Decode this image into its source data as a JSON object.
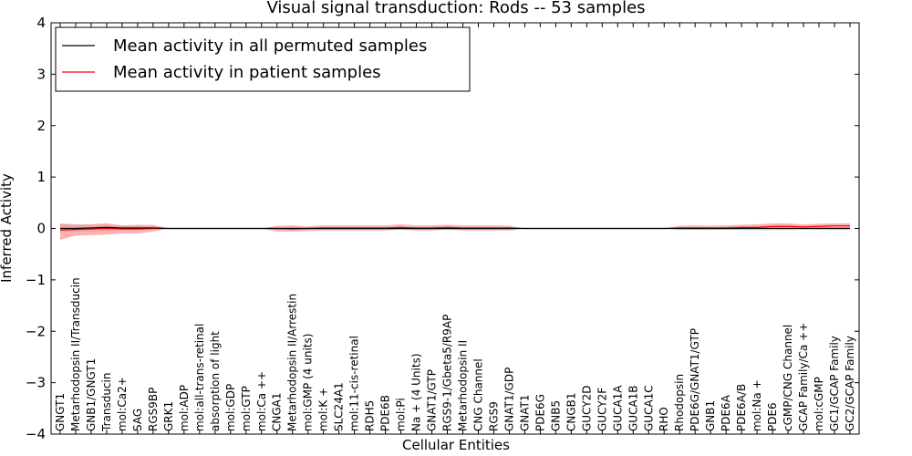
{
  "chart_data": {
    "type": "line",
    "title": "Visual signal transduction: Rods -- 53 samples",
    "xlabel": "Cellular Entities",
    "ylabel": "Inferred Activity",
    "ylim": [
      -4,
      4
    ],
    "yticks": [
      -4,
      -3,
      -2,
      -1,
      0,
      1,
      2,
      3,
      4
    ],
    "legend_position": "top-left",
    "categories": [
      "GNGT1",
      "Metarhodopsin II/Transducin",
      "GNB1/GNGT1",
      "Transducin",
      "mol:Ca2+",
      "SAG",
      "RGS9BP",
      "GRK1",
      "mol:ADP",
      "mol:all-trans-retinal",
      "absorption of light",
      "mol:GDP",
      "mol:GTP",
      "mol:Ca ++",
      "CNGA1",
      "Metarhodopsin II/Arrestin",
      "mol:GMP (4 units)",
      "mol:K +",
      "SLC24A1",
      "mol:11-cis-retinal",
      "RDH5",
      "PDE6B",
      "mol:Pi",
      "Na + (4 Units)",
      "GNAT1/GTP",
      "RGS9-1/Gbeta5/R9AP",
      "Metarhodopsin II",
      "CNG Channel",
      "RGS9",
      "GNAT1/GDP",
      "GNAT1",
      "PDE6G",
      "GNB5",
      "CNGB1",
      "GUCY2D",
      "GUCY2F",
      "GUCA1A",
      "GUCA1B",
      "GUCA1C",
      "RHO",
      "Rhodopsin",
      "PDE6G/GNAT1/GTP",
      "GNB1",
      "PDE6A",
      "PDE6A/B",
      "mol:Na +",
      "PDE6",
      "cGMP/CNG Channel",
      "GCAP Family/Ca ++",
      "mol:cGMP",
      "GC1/GCAP Family",
      "GC2/GCAP Family"
    ],
    "series": [
      {
        "name": "Mean activity in all permuted samples",
        "color": "#000000",
        "style": "solid",
        "values": [
          0.0,
          0.0,
          0.01,
          0.02,
          0.01,
          0.01,
          0.01,
          0.0,
          0.0,
          0.0,
          0.0,
          0.0,
          0.0,
          0.0,
          0.0,
          0.0,
          0.0,
          0.0,
          0.0,
          0.0,
          0.0,
          0.0,
          0.0,
          0.0,
          0.0,
          0.0,
          0.0,
          0.0,
          0.0,
          0.0,
          0.0,
          0.0,
          0.0,
          0.0,
          0.0,
          0.0,
          0.0,
          0.0,
          0.0,
          0.0,
          0.0,
          0.0,
          0.0,
          0.0,
          0.0,
          0.0,
          0.0,
          0.0,
          0.0,
          0.0,
          0.0,
          0.0
        ]
      },
      {
        "name": "Mean activity in patient samples",
        "color": "#ff0000",
        "style": "solid",
        "values": [
          -0.03,
          -0.02,
          -0.01,
          0.0,
          -0.01,
          -0.01,
          0.0,
          0.0,
          0.0,
          0.0,
          0.0,
          0.0,
          0.0,
          0.0,
          0.0,
          -0.01,
          0.0,
          0.01,
          0.01,
          0.01,
          0.01,
          0.01,
          0.02,
          0.01,
          0.01,
          0.02,
          0.01,
          0.01,
          0.01,
          0.01,
          0.0,
          0.0,
          0.0,
          0.0,
          0.0,
          0.0,
          0.0,
          0.0,
          0.0,
          0.0,
          0.01,
          0.01,
          0.01,
          0.01,
          0.02,
          0.02,
          0.04,
          0.04,
          0.03,
          0.04,
          0.05,
          0.05
        ]
      }
    ],
    "bands": [
      {
        "series": "Mean activity in patient samples",
        "color": "#ff0000",
        "opacity": 0.3,
        "lower": [
          -0.22,
          -0.14,
          -0.13,
          -0.12,
          -0.1,
          -0.1,
          -0.06,
          0.0,
          0.0,
          0.0,
          0.0,
          0.0,
          0.0,
          0.0,
          -0.06,
          -0.06,
          -0.05,
          -0.04,
          -0.04,
          -0.04,
          -0.04,
          -0.04,
          -0.02,
          -0.04,
          -0.04,
          -0.02,
          -0.04,
          -0.04,
          -0.04,
          -0.04,
          0.0,
          0.0,
          0.0,
          0.0,
          0.0,
          0.0,
          0.0,
          0.0,
          0.0,
          0.0,
          -0.02,
          -0.02,
          -0.02,
          -0.02,
          -0.01,
          -0.01,
          0.0,
          0.0,
          0.0,
          0.0,
          0.0,
          0.0
        ],
        "upper": [
          0.1,
          0.08,
          0.08,
          0.1,
          0.06,
          0.07,
          0.07,
          0.0,
          0.0,
          0.0,
          0.0,
          0.0,
          0.0,
          0.0,
          0.05,
          0.06,
          0.04,
          0.06,
          0.06,
          0.06,
          0.06,
          0.06,
          0.08,
          0.06,
          0.06,
          0.07,
          0.06,
          0.06,
          0.06,
          0.05,
          0.0,
          0.0,
          0.0,
          0.0,
          0.0,
          0.0,
          0.0,
          0.0,
          0.0,
          0.0,
          0.05,
          0.06,
          0.05,
          0.06,
          0.07,
          0.08,
          0.1,
          0.1,
          0.08,
          0.09,
          0.1,
          0.1
        ]
      },
      {
        "series": "Mean activity in all permuted samples",
        "color": "#808080",
        "opacity": 0.2,
        "lower": [
          -0.08,
          -0.06,
          -0.06,
          -0.05,
          -0.04,
          -0.04,
          -0.02,
          0.0,
          0.0,
          0.0,
          0.0,
          0.0,
          0.0,
          0.0,
          -0.02,
          -0.03,
          -0.02,
          -0.03,
          -0.03,
          -0.03,
          -0.03,
          -0.03,
          -0.03,
          -0.03,
          -0.03,
          -0.03,
          -0.03,
          -0.03,
          -0.03,
          -0.03,
          0.0,
          0.0,
          0.0,
          0.0,
          0.0,
          0.0,
          0.0,
          0.0,
          0.0,
          0.0,
          -0.03,
          -0.03,
          -0.03,
          -0.03,
          -0.04,
          -0.04,
          -0.04,
          -0.04,
          -0.03,
          -0.03,
          -0.03,
          -0.03
        ],
        "upper": [
          0.08,
          0.07,
          0.07,
          0.07,
          0.05,
          0.05,
          0.04,
          0.0,
          0.0,
          0.0,
          0.0,
          0.0,
          0.0,
          0.0,
          0.02,
          0.03,
          0.02,
          0.03,
          0.03,
          0.03,
          0.03,
          0.03,
          0.03,
          0.03,
          0.03,
          0.03,
          0.03,
          0.03,
          0.03,
          0.03,
          0.0,
          0.0,
          0.0,
          0.0,
          0.0,
          0.0,
          0.0,
          0.0,
          0.0,
          0.0,
          0.03,
          0.03,
          0.03,
          0.03,
          0.04,
          0.04,
          0.04,
          0.04,
          0.03,
          0.03,
          0.03,
          0.03
        ]
      }
    ],
    "reference_line": {
      "y": 0,
      "style": "dotted",
      "color": "#000000"
    }
  }
}
